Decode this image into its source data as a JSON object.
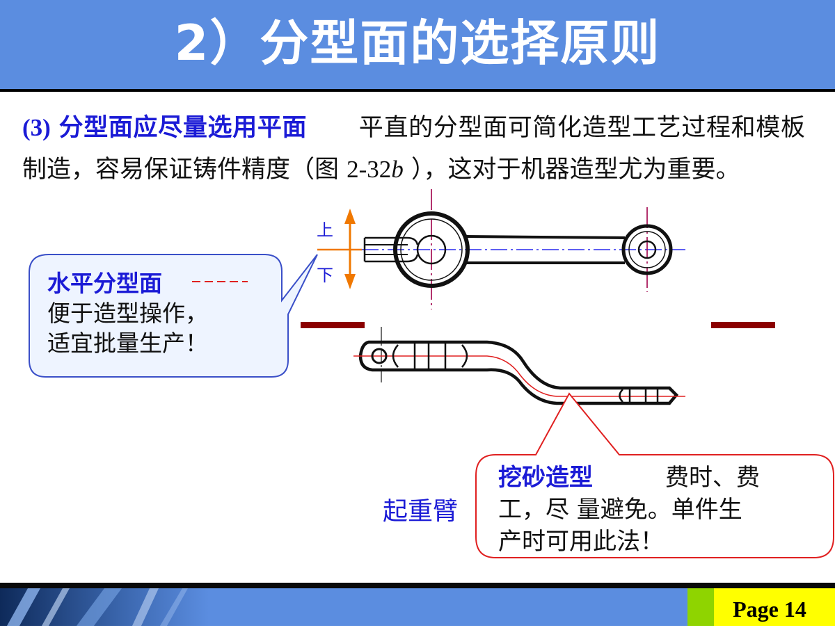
{
  "title": "2）分型面的选择原则",
  "paragraph": {
    "number": "(3)",
    "heading": "分型面应尽量选用平面",
    "text_1": "平直的分型面可简化造型工艺过程和模板制造，容易保证铸件精度（图",
    "fig_ref": "2-32",
    "fig_italic": "b",
    "text_2": "），这对于机器造型尤为重要。"
  },
  "figure": {
    "label_up": "上",
    "label_down": "下",
    "caption": "起重臂"
  },
  "callout_left": {
    "heading": "水平分型面",
    "line_1": "便于造型操作，",
    "line_2": "适宜批量生产！"
  },
  "callout_right": {
    "heading": "挖砂造型",
    "tail_1": "费时、费",
    "line_2": "工，尽 量避免。单件生",
    "line_3": "产时可用此法！"
  },
  "footer": {
    "page": "Page 14"
  },
  "colors": {
    "title_bar": "#5b8de0",
    "accent_blue": "#1b1bd6",
    "callout_left_border": "#3a4fc8",
    "callout_right_border": "#e02020",
    "parting_marker": "#8b0000",
    "page_badge": "#ffff00"
  }
}
